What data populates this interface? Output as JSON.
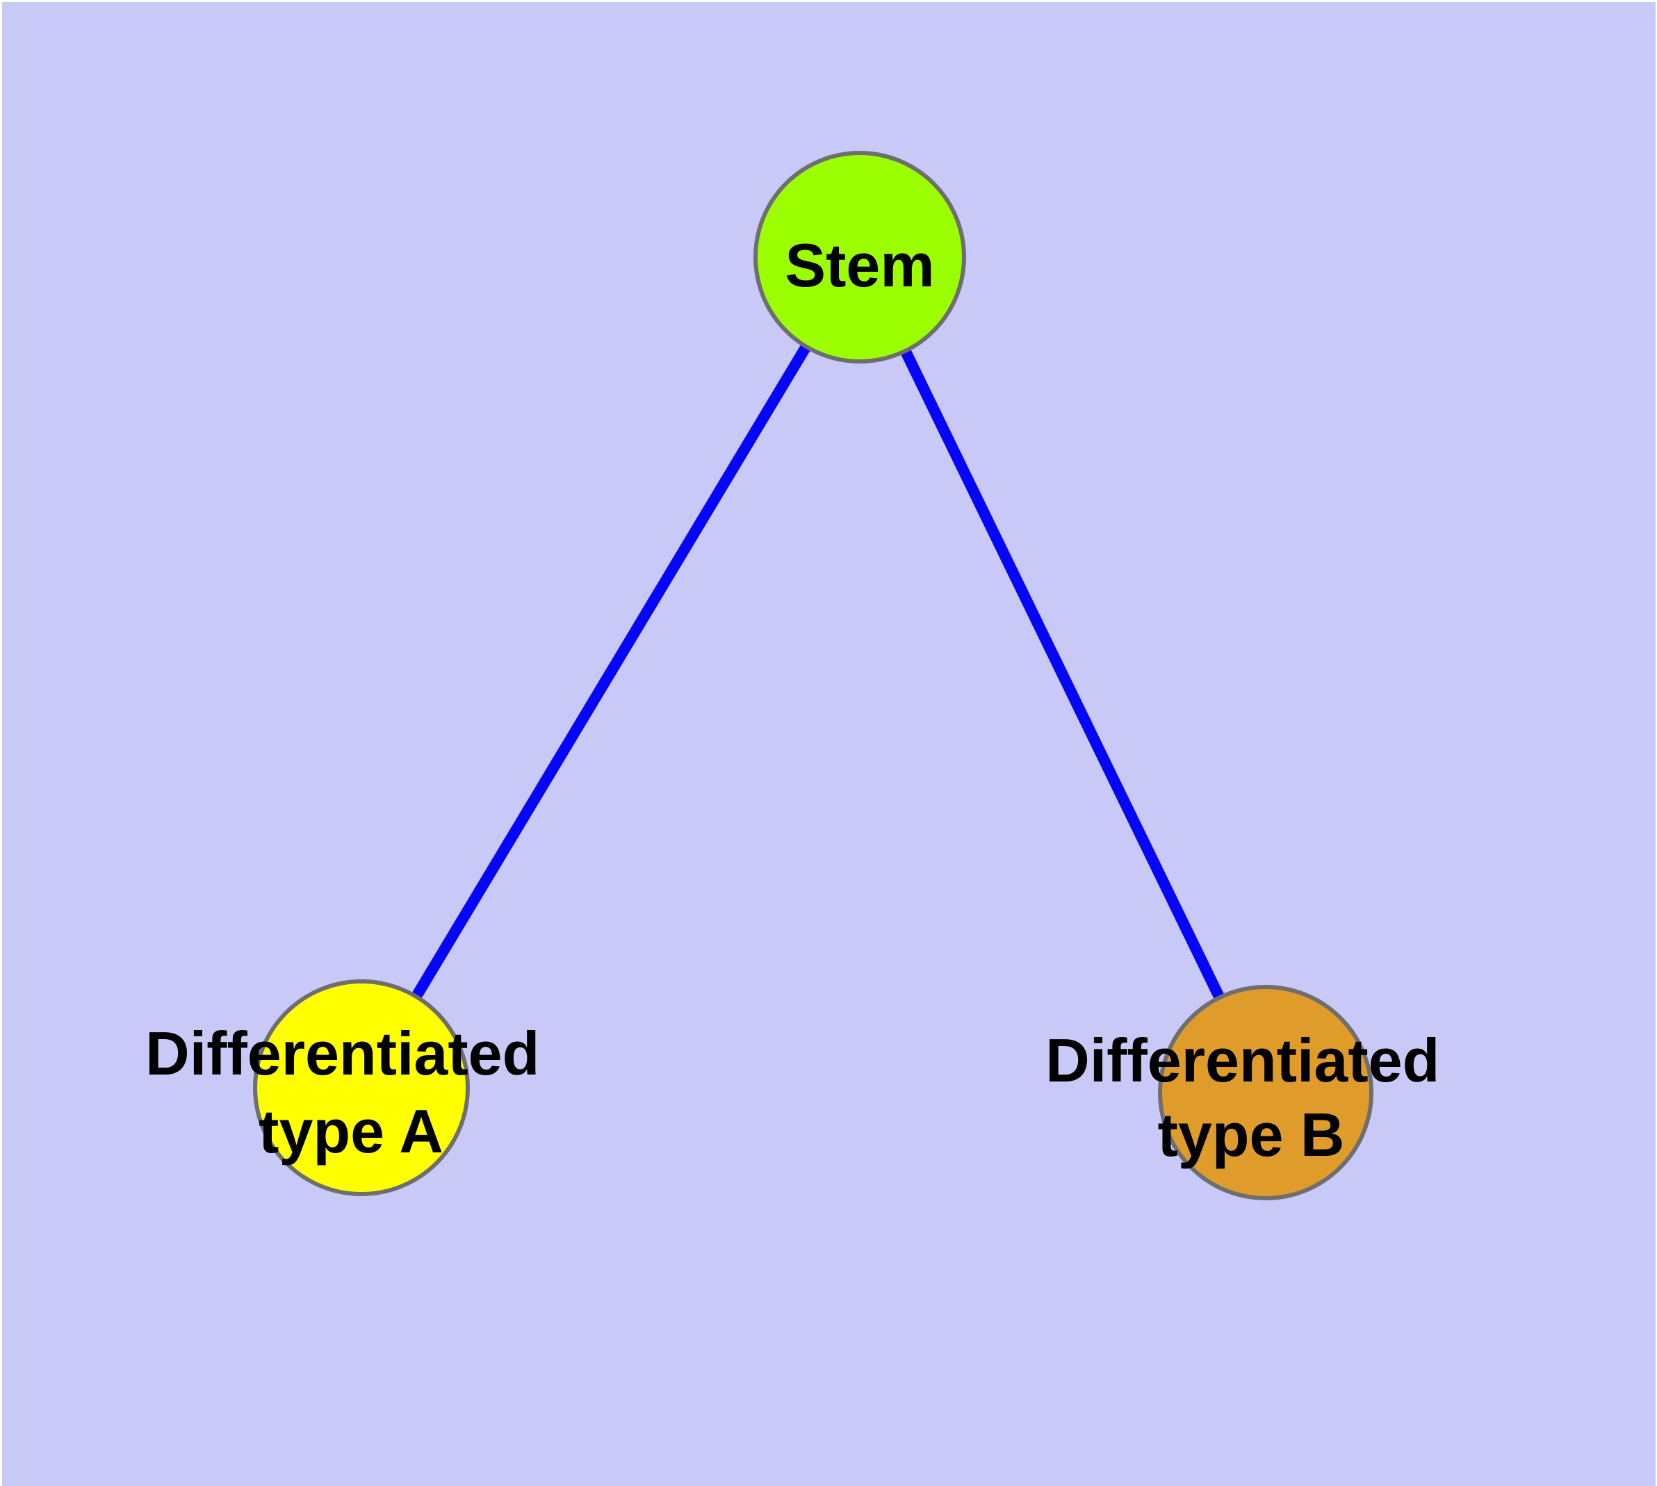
{
  "diagram": {
    "type": "node-link-graph",
    "background_color": "#c9c9f8",
    "frame_color": "#ffffff",
    "edge_color": "#0505fa",
    "node_border_color": "#6e6e6e",
    "label_color": "#000000",
    "nodes": [
      {
        "id": "stem",
        "label": "Stem",
        "fill": "#9bff00"
      },
      {
        "id": "diff-a",
        "label_line1": "Differentiated",
        "label_line2": "type A",
        "fill": "#ffff00"
      },
      {
        "id": "diff-b",
        "label_line1": "Differentiated",
        "label_line2": "type B",
        "fill": "#e09c2b"
      }
    ],
    "edges": [
      {
        "from": "Stem",
        "to": "Differentiated type A"
      },
      {
        "from": "Stem",
        "to": "Differentiated type B"
      }
    ]
  }
}
